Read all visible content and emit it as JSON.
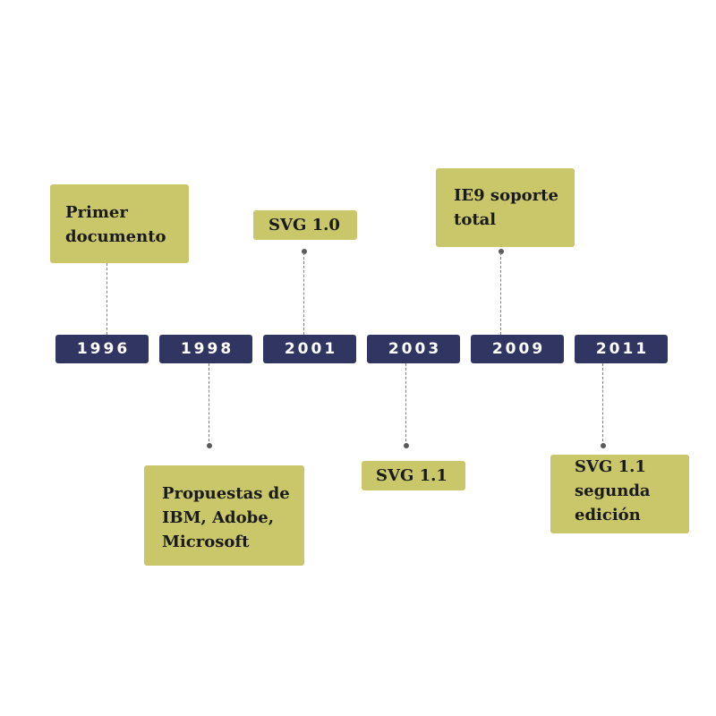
{
  "timeline": {
    "years": [
      "1996",
      "1998",
      "2001",
      "2003",
      "2009",
      "2011"
    ],
    "events": {
      "e1996": [
        "Primer",
        "documento"
      ],
      "e1998": [
        "Propuestas de",
        "IBM, Adobe,",
        "Microsoft"
      ],
      "e2001": [
        "SVG 1.0"
      ],
      "e2003": [
        "SVG 1.1"
      ],
      "e2009": [
        "IE9 soporte",
        "total"
      ],
      "e2011": [
        "SVG 1.1",
        "segunda",
        "edición"
      ]
    }
  },
  "colors": {
    "year_bg": "#313562",
    "event_bg": "#c9c76a",
    "connector": "#808080"
  }
}
